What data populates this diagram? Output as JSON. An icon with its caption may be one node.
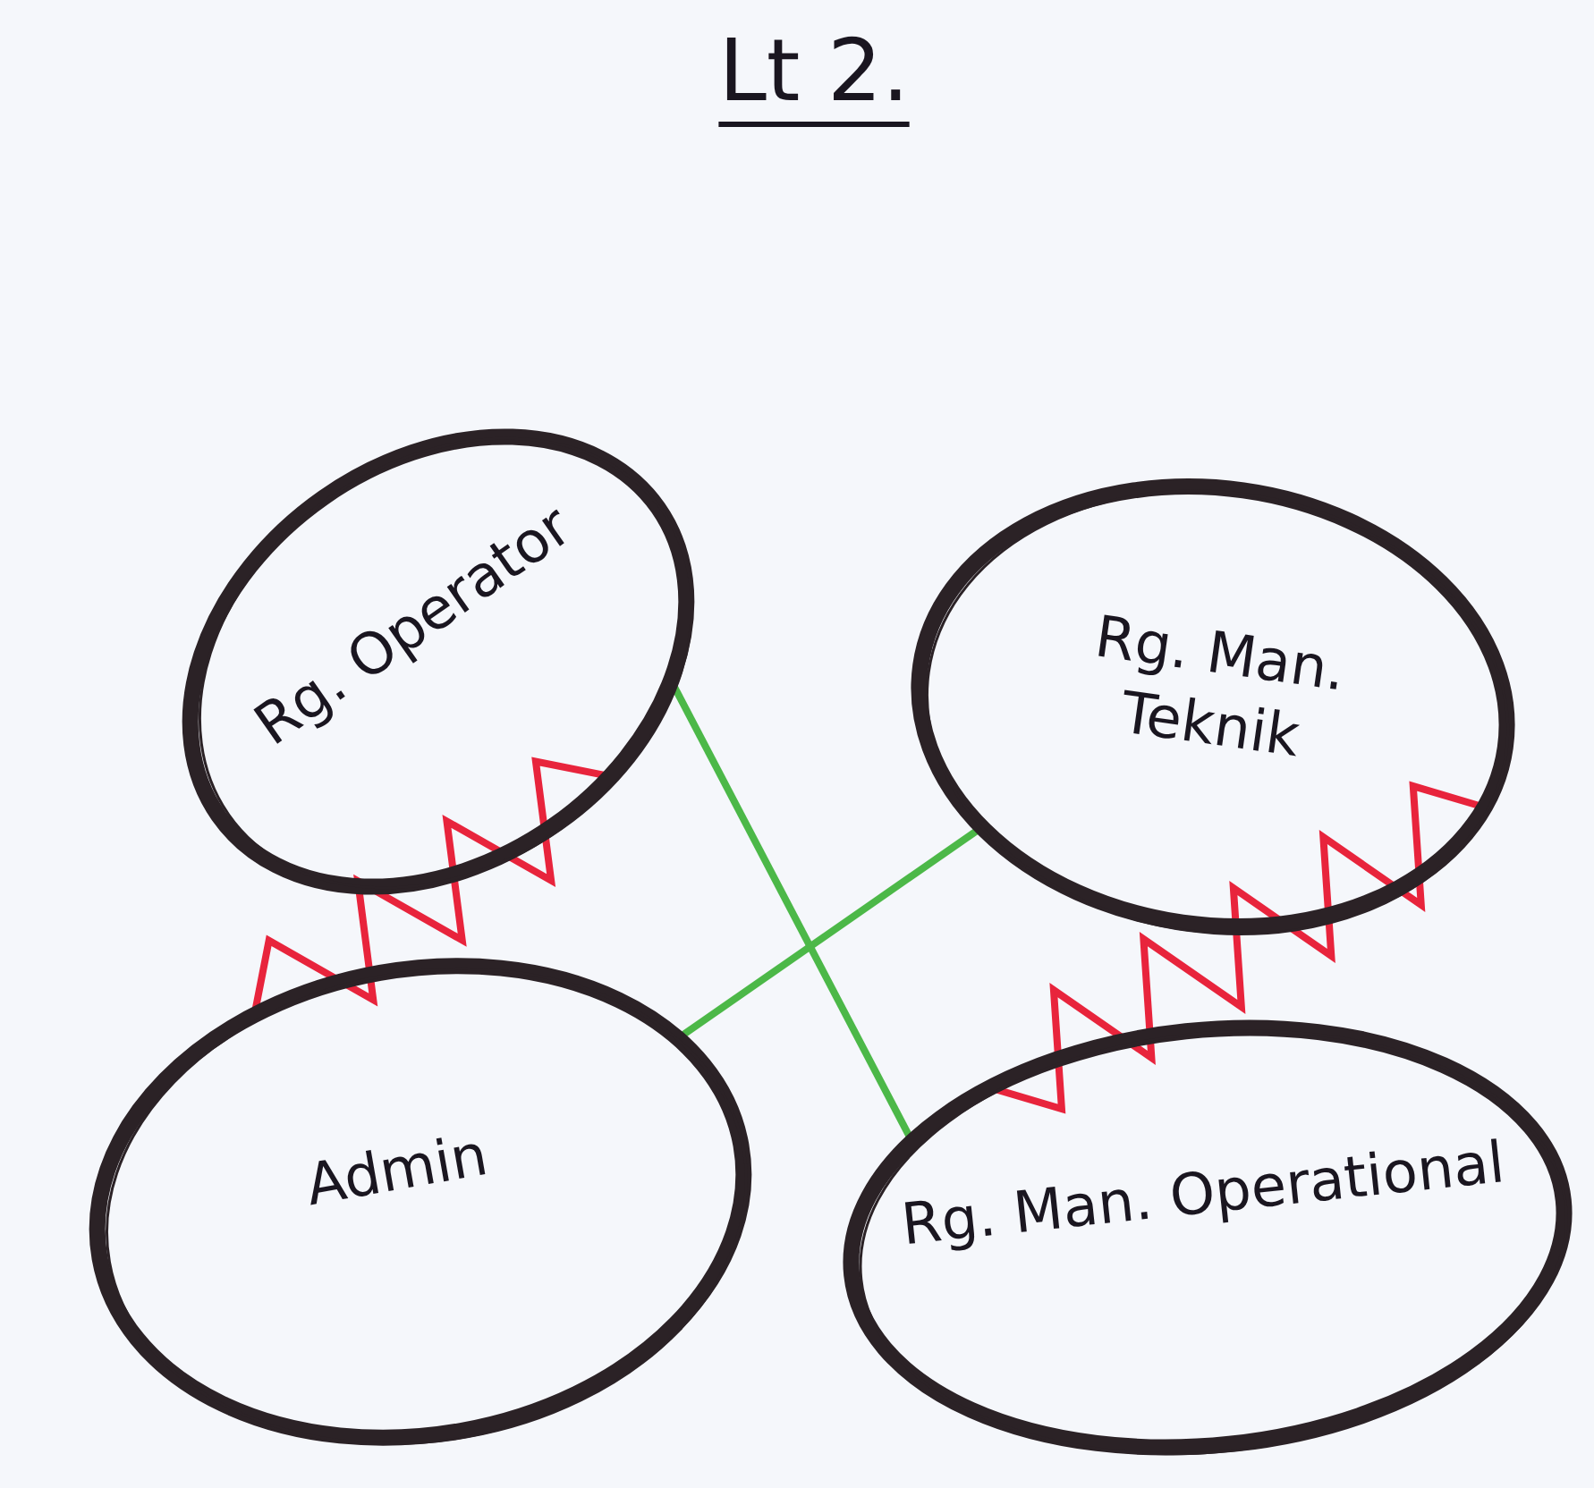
{
  "diagram": {
    "title": "Lt 2.",
    "nodes": [
      {
        "text": [
          "Rg. Operator"
        ]
      },
      {
        "text": [
          "Rg. Man. Teknik"
        ]
      },
      {
        "text": [
          "Admin"
        ]
      },
      {
        "text": [
          "Rg. Man. Operational"
        ]
      }
    ],
    "edges": [
      {
        "from": 0,
        "to": 2,
        "arrow": "none",
        "color": "#e8243c"
      },
      {
        "from": 1,
        "to": 3,
        "arrow": "none",
        "color": "#e8243c"
      },
      {
        "from": 0,
        "to": 3,
        "arrow": "none",
        "color": "#4cb848"
      },
      {
        "from": 2,
        "to": 1,
        "arrow": "none",
        "color": "#4cb848"
      }
    ]
  }
}
